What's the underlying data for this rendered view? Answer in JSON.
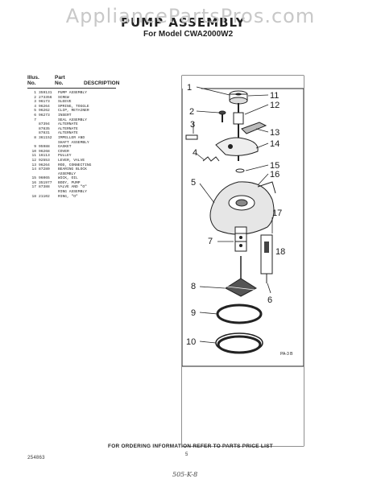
{
  "watermark": "AppliancePartsPros.com",
  "header": {
    "title": "PUMP ASSEMBLY",
    "subtitle": "For Model CWA2000W2"
  },
  "parts_table": {
    "header": {
      "col1_line1": "Illus.",
      "col1_line2": "No.",
      "col2_line1": "Part",
      "col2_line2": "No.",
      "col3": "DESCRIPTION"
    },
    "rows": [
      {
        "illus": "1",
        "part": "359131",
        "desc": "PUMP ASSEMBLY"
      },
      {
        "illus": "2",
        "part": "273356",
        "desc": "SCREW"
      },
      {
        "illus": "3",
        "part": "96173",
        "desc": "SLEEVE"
      },
      {
        "illus": "4",
        "part": "96264",
        "desc": "SPRING, TOGGLE"
      },
      {
        "illus": "5",
        "part": "96262",
        "desc": "CLIP, RETAINER"
      },
      {
        "illus": "6",
        "part": "96273",
        "desc": "INSERT"
      },
      {
        "illus": "7",
        "part": "",
        "desc": "SEAL ASSEMBLY"
      },
      {
        "illus": "",
        "part": "87394",
        "desc": "ALTERNATE"
      },
      {
        "illus": "",
        "part": "87835",
        "desc": "ALTERNATE"
      },
      {
        "illus": "",
        "part": "87831",
        "desc": "ALTERNATE"
      },
      {
        "illus": "8",
        "part": "361152",
        "desc": "IMPELLER AND"
      },
      {
        "illus": "",
        "part": "",
        "desc": "SHAFT ASSEMBLY"
      },
      {
        "illus": "9",
        "part": "95988",
        "desc": "GASKET"
      },
      {
        "illus": "10",
        "part": "96268",
        "desc": "COVER"
      },
      {
        "illus": "11",
        "part": "16113",
        "desc": "PULLEY"
      },
      {
        "illus": "12",
        "part": "92553",
        "desc": "LEVER, VALVE"
      },
      {
        "illus": "13",
        "part": "96264",
        "desc": "ROD, CONNECTING"
      },
      {
        "illus": "14",
        "part": "87280",
        "desc": "BEARING BLOCK"
      },
      {
        "illus": "",
        "part": "",
        "desc": "ASSEMBLY"
      },
      {
        "illus": "15",
        "part": "96065",
        "desc": "WICK, OIL"
      },
      {
        "illus": "16",
        "part": "351977",
        "desc": "BODY, PUMP"
      },
      {
        "illus": "17",
        "part": "87388",
        "desc": "VALVE AND \"O\""
      },
      {
        "illus": "",
        "part": "",
        "desc": "RING ASSEMBLY"
      },
      {
        "illus": "18",
        "part": "21102",
        "desc": "RING, \"O\""
      }
    ]
  },
  "diagram": {
    "callouts": [
      "1",
      "2",
      "3",
      "4",
      "5",
      "6",
      "7",
      "8",
      "9",
      "10",
      "11",
      "12",
      "13",
      "14",
      "15",
      "16",
      "17",
      "18"
    ],
    "plate_code": "PA-3 B"
  },
  "footer": {
    "ordering_note": "FOR ORDERING INFORMATION REFER TO PARTS PRICE LIST",
    "doc_number": "254863",
    "page_number": "5",
    "handwritten_note": "505-K-8"
  }
}
